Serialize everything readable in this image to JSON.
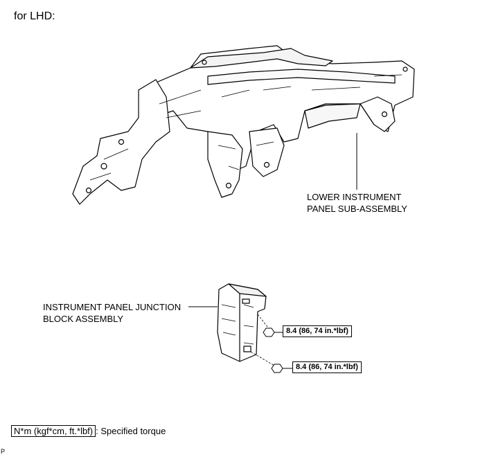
{
  "header": {
    "text": "for LHD:"
  },
  "labels": {
    "lower_panel_line1": "LOWER INSTRUMENT",
    "lower_panel_line2": "PANEL SUB-ASSEMBLY",
    "junction_line1": "INSTRUMENT PANEL JUNCTION",
    "junction_line2": "BLOCK ASSEMBLY"
  },
  "torques": {
    "upper": "8.4 (86, 74 in.*lbf)",
    "lower": "8.4 (86, 74 in.*lbf)"
  },
  "legend": {
    "box_text": "N*m (kgf*cm, ft.*lbf)",
    "description": ": Specified torque"
  },
  "footer": {
    "code": "P"
  },
  "icons": [
    "instrument-panel-frame-illustration",
    "junction-block-illustration",
    "bolt-icon"
  ]
}
